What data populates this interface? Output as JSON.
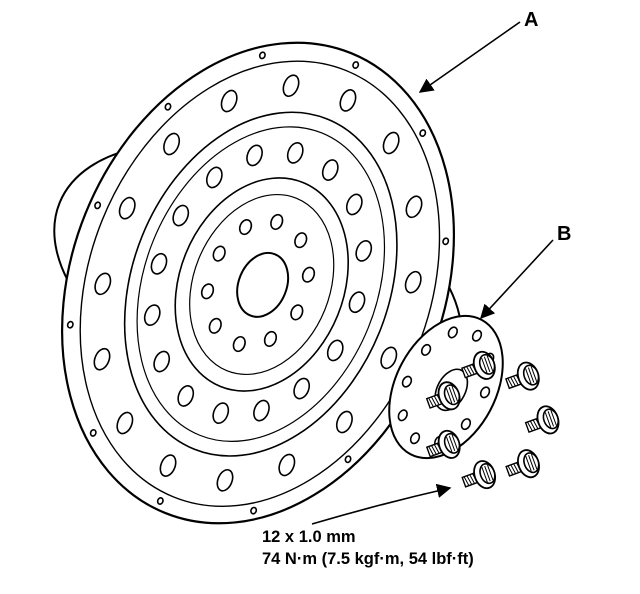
{
  "callouts": {
    "a": "A",
    "b": "B"
  },
  "spec": {
    "line1": "12 x 1.0 mm",
    "line2": "74 N·m (7.5 kgf·m, 54 lbf·ft)"
  },
  "parts": {
    "a": "flywheel-drive-plate",
    "b": "backing-plate-with-bolts"
  },
  "bolt_count": 7
}
